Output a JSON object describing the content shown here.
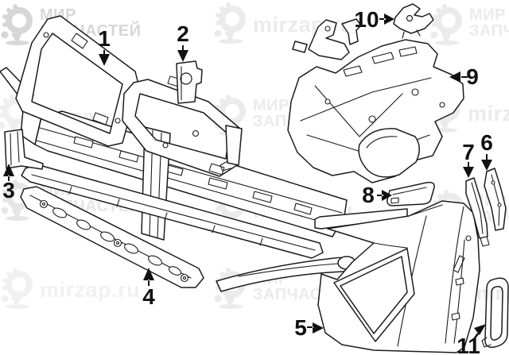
{
  "watermark": {
    "brand_line1": "МИР",
    "brand_line2": "ЗАПЧАСТЕЙ",
    "site": "mirzap.ru"
  },
  "callouts": [
    {
      "label": "1"
    },
    {
      "label": "2"
    },
    {
      "label": "3"
    },
    {
      "label": "4"
    },
    {
      "label": "5"
    },
    {
      "label": "6"
    },
    {
      "label": "7"
    },
    {
      "label": "8"
    },
    {
      "label": "9"
    },
    {
      "label": "10"
    },
    {
      "label": "11"
    }
  ],
  "colors": {
    "line": "#1c1c1c",
    "label": "#111111",
    "background": "#ffffff",
    "watermark_light": "#ebebeb",
    "watermark_mid": "#d7d7d7",
    "watermark_faint": "#f1f1f1"
  }
}
